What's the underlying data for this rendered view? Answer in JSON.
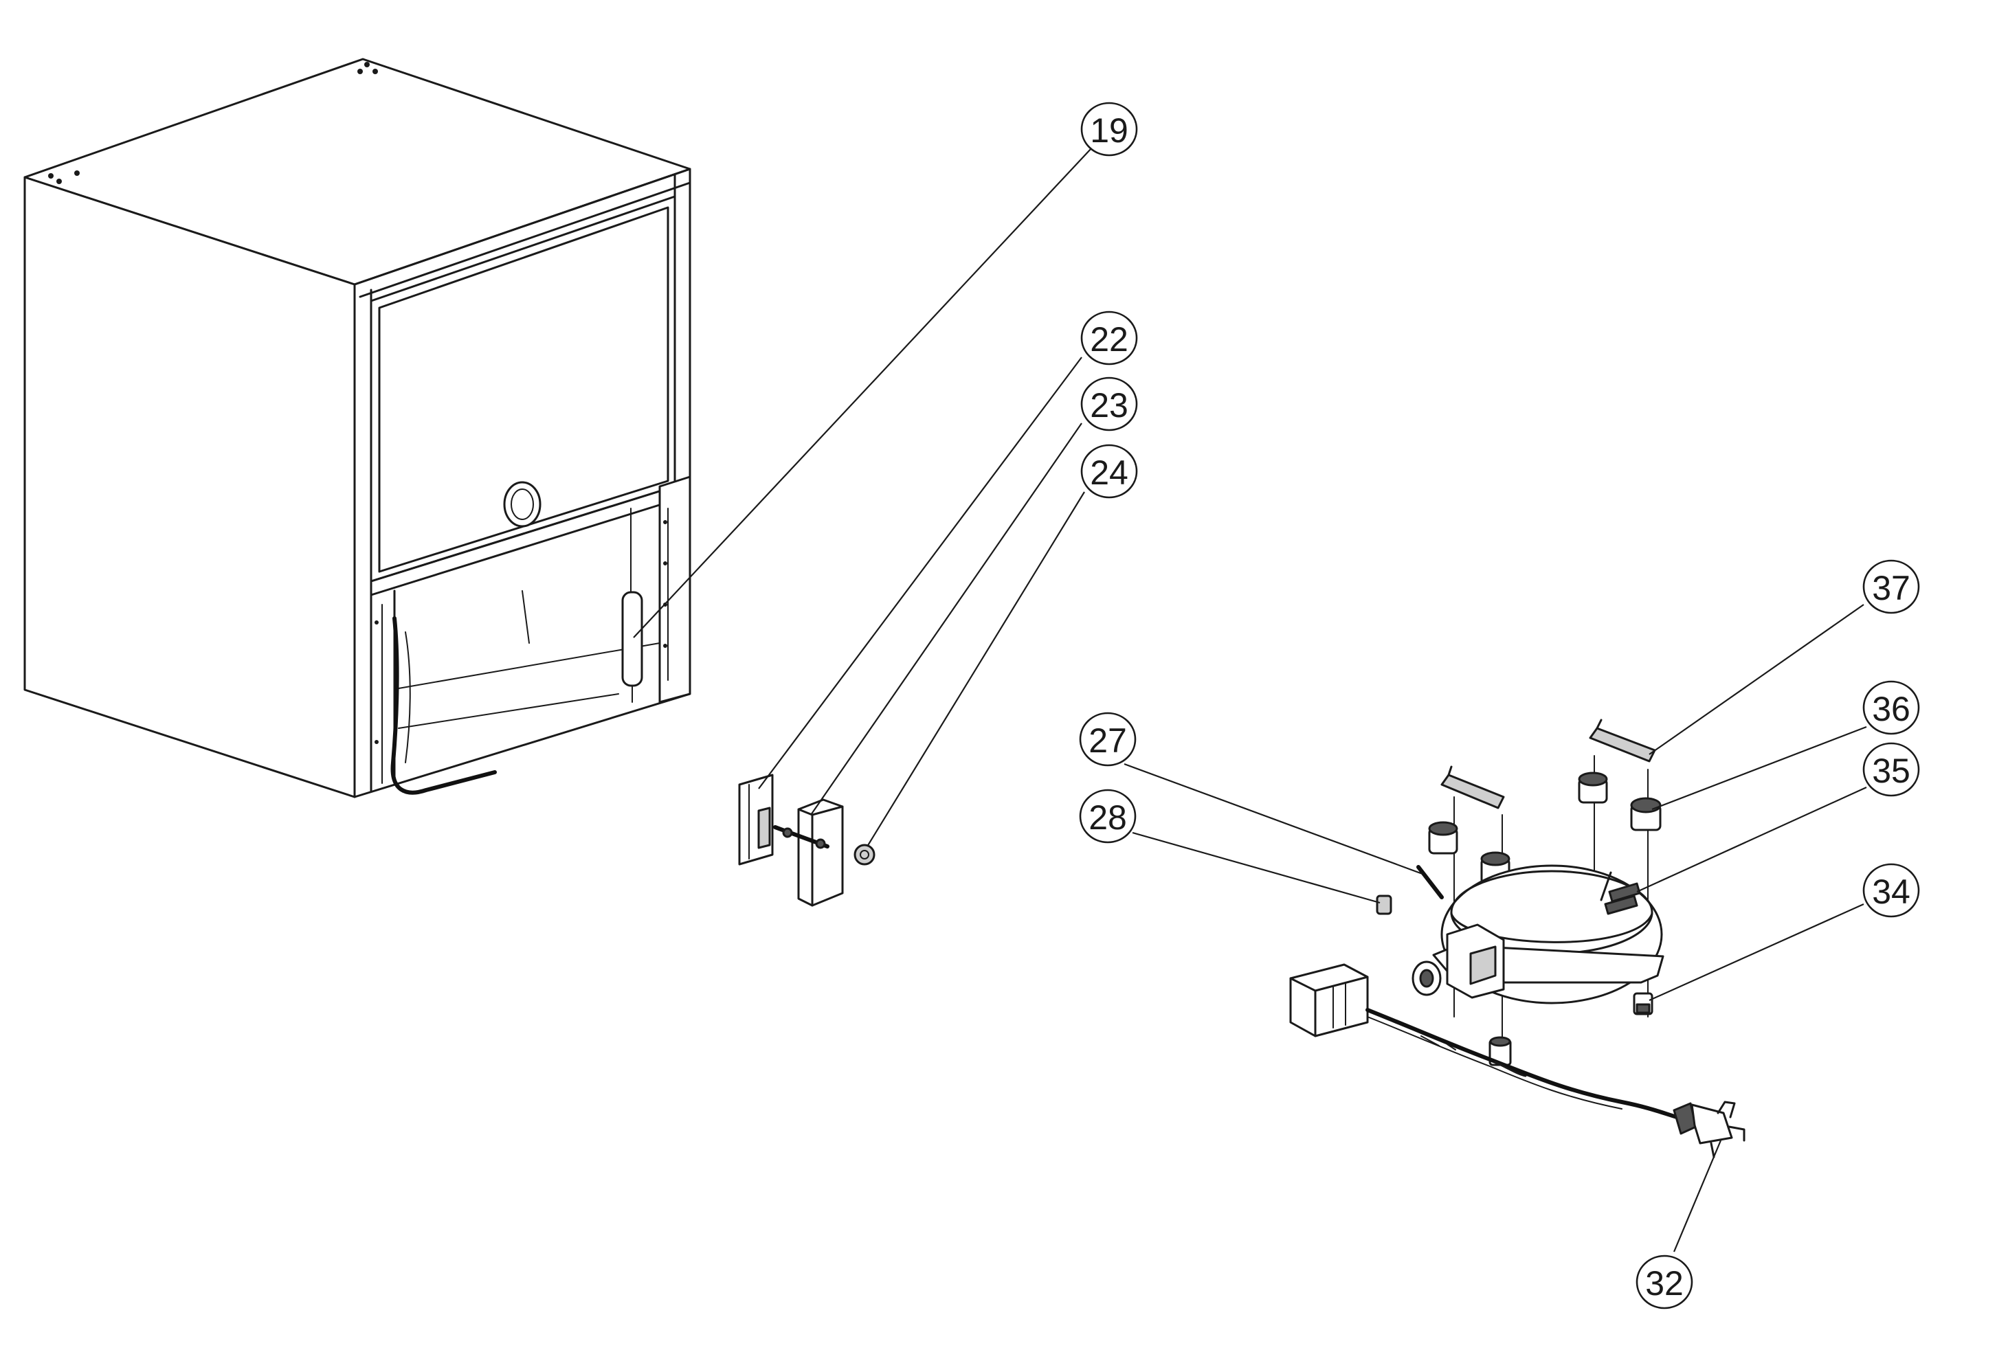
{
  "diagram": {
    "parts": [
      {
        "id": "19",
        "label": "19"
      },
      {
        "id": "22",
        "label": "22"
      },
      {
        "id": "23",
        "label": "23"
      },
      {
        "id": "24",
        "label": "24"
      },
      {
        "id": "27",
        "label": "27"
      },
      {
        "id": "28",
        "label": "28"
      },
      {
        "id": "32",
        "label": "32"
      },
      {
        "id": "34",
        "label": "34"
      },
      {
        "id": "35",
        "label": "35"
      },
      {
        "id": "36",
        "label": "36"
      },
      {
        "id": "37",
        "label": "37"
      }
    ],
    "colors": {
      "line": "#1a1a1a",
      "background": "#ffffff",
      "shade": "#cfcfcf",
      "dark": "#555555"
    }
  }
}
